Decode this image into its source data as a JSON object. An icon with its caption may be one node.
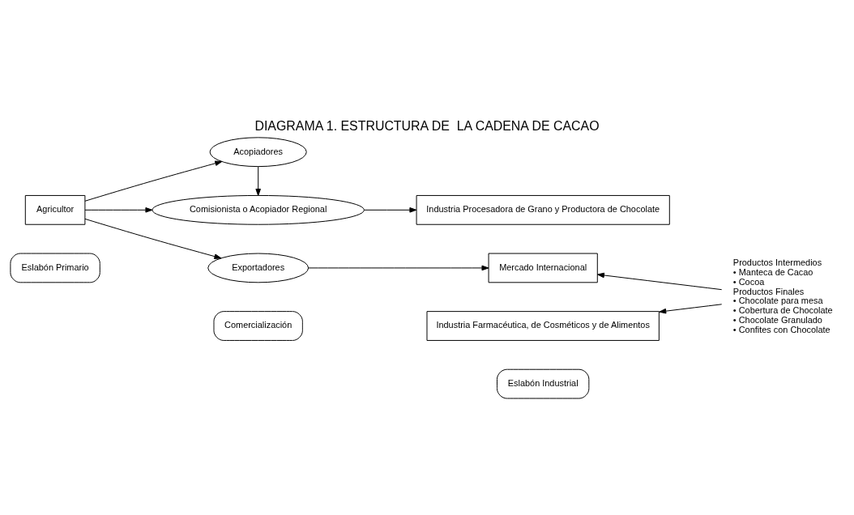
{
  "diagram": {
    "title": "DIAGRAMA 1. ESTRUCTURA DE  LA CADENA DE CACAO",
    "nodes": [
      {
        "text": [
          "Eslabón Primario"
        ]
      },
      {
        "text": [
          "Comercialización"
        ]
      },
      {
        "text": [
          "Eslabón Industrial"
        ]
      },
      {
        "text": [
          "Agricultor"
        ]
      },
      {
        "text": [
          "Acopiadores"
        ]
      },
      {
        "text": [
          "Comisionista o Acopiador Regional"
        ]
      },
      {
        "text": [
          "Exportadores"
        ]
      },
      {
        "text": [
          "Industria Farmacéutica, de Cosméticos y de Alimentos"
        ]
      },
      {
        "text": [
          "Industria Procesadora de Grano y Productora de Chocolate"
        ]
      },
      {
        "text": [
          "Mercado Internacional"
        ]
      },
      {
        "text": [
          "Productos Intermedios",
          "• Manteca de Cacao",
          "• Cocoa",
          "Productos Finales",
          "• Chocolate para mesa",
          "• Cobertura de Chocolate",
          "• Chocolate Granulado",
          "• Confites con Chocolate"
        ]
      }
    ],
    "edges": [
      {
        "from": 3,
        "to": 4,
        "arrow": "to"
      },
      {
        "from": 3,
        "to": 5,
        "arrow": "to"
      },
      {
        "from": 3,
        "to": 6,
        "arrow": "to"
      },
      {
        "from": 4,
        "to": 5,
        "arrow": "to"
      },
      {
        "from": 5,
        "to": 8,
        "arrow": "to"
      },
      {
        "from": 6,
        "to": 9,
        "arrow": "to"
      },
      {
        "from": 10,
        "to": 7,
        "arrow": "to"
      },
      {
        "from": 10,
        "to": 9,
        "arrow": "to"
      }
    ]
  }
}
